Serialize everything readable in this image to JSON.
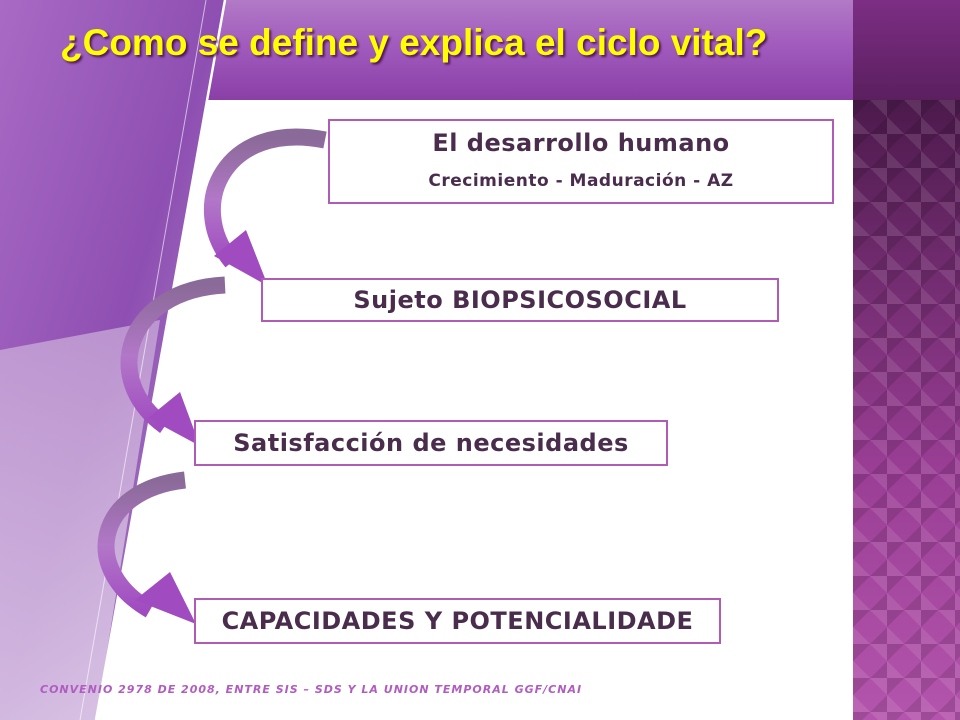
{
  "slide": {
    "title": "¿Como se define y explica el ciclo vital?",
    "boxes": [
      {
        "main": "El desarrollo humano",
        "sub": "Crecimiento - Maduración - AZ"
      },
      {
        "main": "Sujeto BIOPSICOSOCIAL"
      },
      {
        "main": "Satisfacción de necesidades"
      },
      {
        "main": "CAPACIDADES Y POTENCIALIDADE"
      }
    ],
    "footer": "CONVENIO 2978 DE 2008, ENTRE SIS – SDS Y LA UNION TEMPORAL GGF/CNAI"
  },
  "colors": {
    "title": "#ffff00",
    "box_border": "#b05cb6",
    "box_text": "#4a2d4d",
    "accent_purple": "#a15bbd",
    "footer": "#b15cc0"
  },
  "icons": [
    "curved-arrow-icon"
  ]
}
